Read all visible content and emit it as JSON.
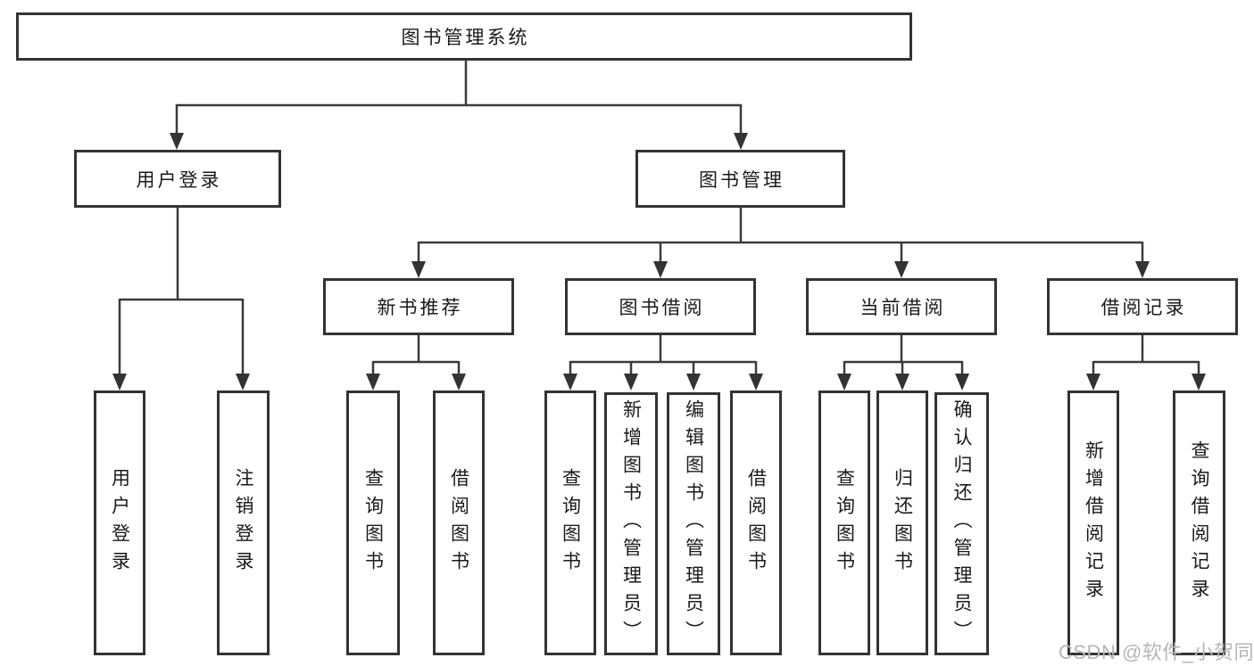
{
  "diagram_title": "图书管理系统",
  "colors": {
    "line": "#3a3a3a",
    "box_border": "#333333",
    "box_background": "#ffffff",
    "text": "#1a1a1a",
    "watermark": "#b5b5b5",
    "page_background": "#ffffff"
  },
  "tree": {
    "label": "图书管理系统",
    "children": [
      {
        "label": "用户登录",
        "children": [
          {
            "label": "用户登录"
          },
          {
            "label": "注销登录"
          }
        ]
      },
      {
        "label": "图书管理",
        "children": [
          {
            "label": "新书推荐",
            "children": [
              {
                "label": "查询图书"
              },
              {
                "label": "借阅图书"
              }
            ]
          },
          {
            "label": "图书借阅",
            "children": [
              {
                "label": "查询图书"
              },
              {
                "label": "新增图书（管理员）"
              },
              {
                "label": "编辑图书（管理员）"
              },
              {
                "label": "借阅图书"
              }
            ]
          },
          {
            "label": "当前借阅",
            "children": [
              {
                "label": "查询图书"
              },
              {
                "label": "归还图书"
              },
              {
                "label": "确认归还（管理员）"
              }
            ]
          },
          {
            "label": "借阅记录",
            "children": [
              {
                "label": "新增借阅记录"
              },
              {
                "label": "查询借阅记录"
              }
            ]
          }
        ]
      }
    ]
  },
  "watermark": {
    "text": "CSDN @软件_小贺同学"
  }
}
